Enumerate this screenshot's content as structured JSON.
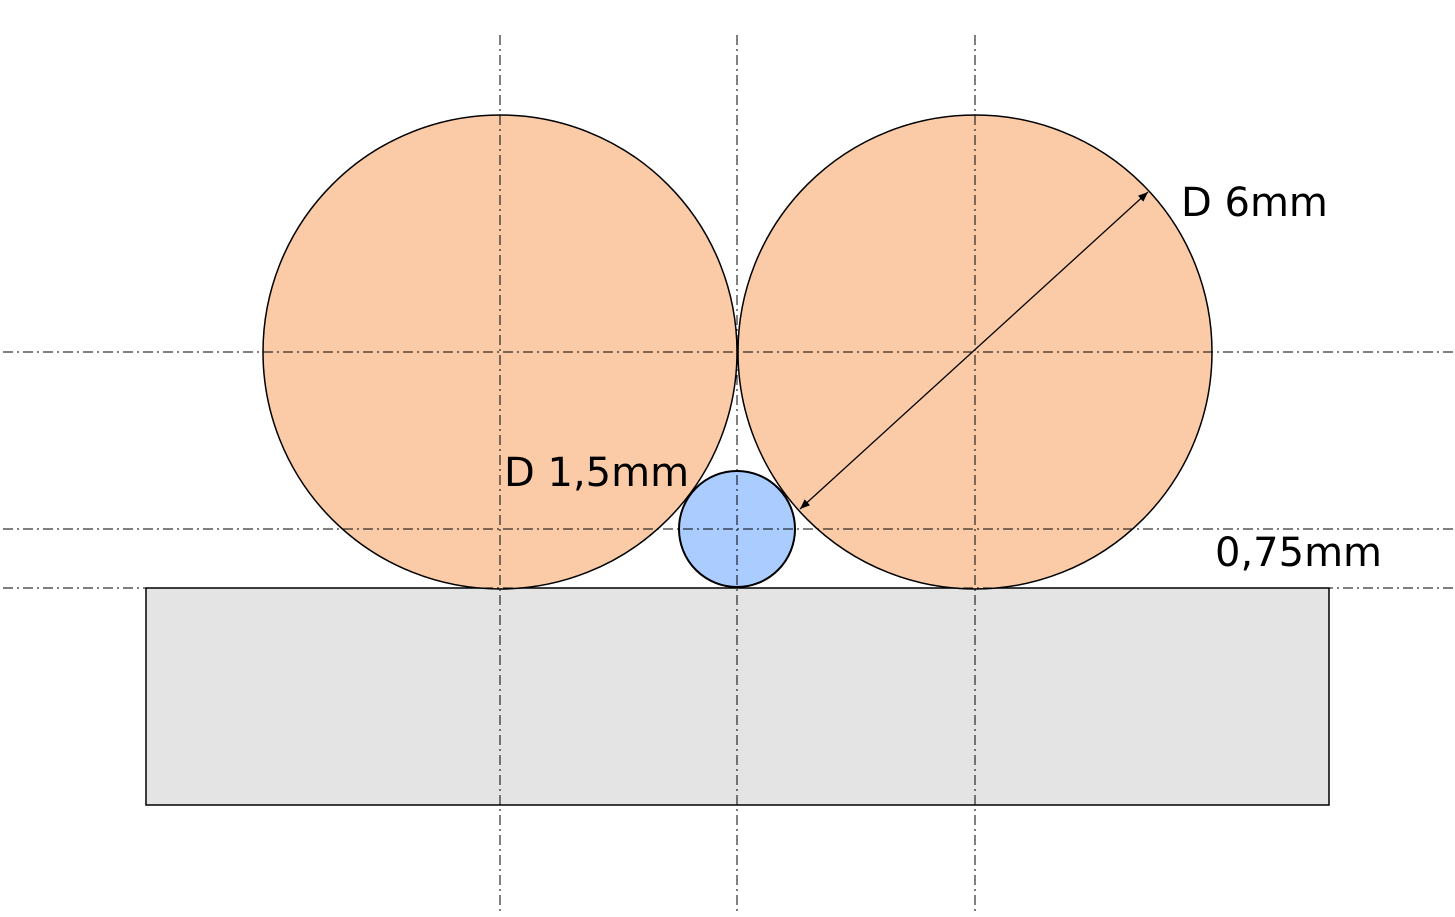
{
  "labels": {
    "large_diameter": "D 6mm",
    "small_diameter": "D 1,5mm",
    "height": "0,75mm"
  },
  "colors": {
    "large_circle_fill": "#fbcba8",
    "small_circle_fill": "#aaccff",
    "base_fill": "#e4e4e4",
    "stroke": "#000000"
  }
}
